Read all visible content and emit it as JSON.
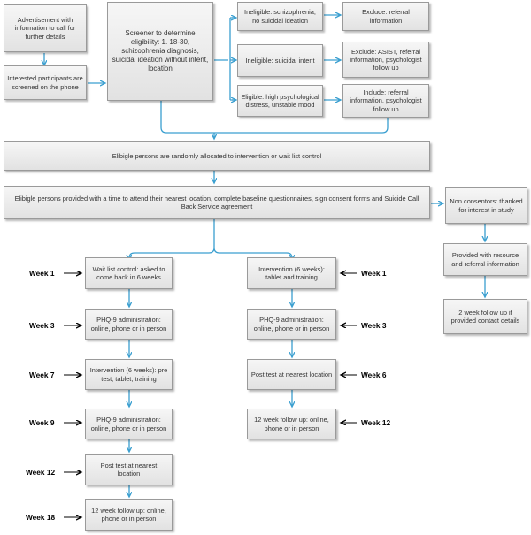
{
  "boxes": {
    "advertisement": "Advertisement with information to call for further details",
    "screened_phone": "Interested participants are screened on the phone",
    "screener": "Screener to determine eligibility: 1. 18-30, schizophrenia diagnosis, suicidal ideation without intent, location",
    "ineligible_schizo": "Ineligible: schizophrenia, no suicidal ideation",
    "exclude_referral": "Exclude: referral information",
    "ineligible_intent": "Ineligible: suicidal intent",
    "exclude_asist": "Exclude: ASIST, referral information, psychologist follow up",
    "eligible_high": "Eligible: high psychological distress, unstable mood",
    "include_referral": "Include: referral information, psychologist follow up",
    "randomly_allocated": "Elibigle persons are randomly allocated to intervention or wait list control",
    "eligible_provided": "Elibigle persons provided with a time to attend their nearest location, complete baseline questionnaires, sign consent forms and Suicide Call Back Service agreement",
    "non_consentors": "Non consentors: thanked for interest in study",
    "provided_resource": "Provided with resource and referral information",
    "two_week_followup": "2 week follow up if provided contact details",
    "waitlist_control": "Wait list control: asked to come back in 6 weeks",
    "wl_phq_1": "PHQ-9 administration: online, phone or in person",
    "wl_intervention": "Intervention (6 weeks): pre test, tablet, training",
    "wl_phq_2": "PHQ-9 administration: online, phone or in person",
    "wl_post_test": "Post test at nearest location",
    "wl_followup": "12 week follow up: online, phone or in person",
    "int_intervention": "Intervention (6 weeks): tablet and training",
    "int_phq": "PHQ-9 administration: online, phone or in person",
    "int_post_test": "Post test at nearest location",
    "int_followup": "12 week follow up: online, phone or in person"
  },
  "weeks_left": [
    "Week 1",
    "Week 3",
    "Week 7",
    "Week 9",
    "Week 12",
    "Week 18"
  ],
  "weeks_right": [
    "Week 1",
    "Week 3",
    "Week 6",
    "Week 12"
  ],
  "colors": {
    "connector": "#3a9fd0",
    "week_arrow": "#000000",
    "box_border": "#9a9a9a"
  }
}
